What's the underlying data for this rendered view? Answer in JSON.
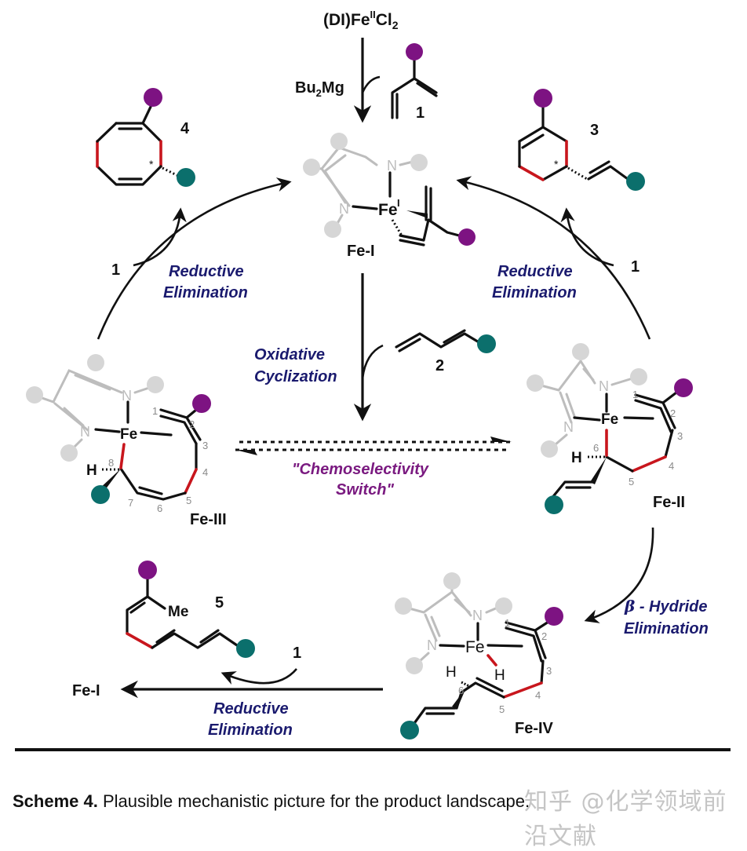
{
  "scheme": {
    "precatalyst": "(DI)Fe",
    "precatalyst_ox": "II",
    "precatalyst_tail": "Cl",
    "precatalyst_sub": "2",
    "reductant": "Bu",
    "reductant_sub": "2",
    "reductant_tail": "Mg",
    "compound_1": "1",
    "compound_2": "2",
    "compound_3": "3",
    "compound_4": "4",
    "compound_5": "5",
    "me_label": "Me",
    "fe_label": "Fe",
    "n_label": "N",
    "h_label": "H",
    "fe_I_ox": "I",
    "intermediates": {
      "fe_I": "Fe-I",
      "fe_II": "Fe-II",
      "fe_III": "Fe-III",
      "fe_IV": "Fe-IV"
    },
    "steps": {
      "oxidative_line1": "Oxidative",
      "oxidative_line2": "Cyclization",
      "reductive_line1": "Reductive",
      "reductive_line2": "Elimination",
      "beta_symbol": "β",
      "beta_line1": " - Hydride",
      "beta_line2": "Elimination",
      "switch_line1": "\"Chemoselectivity",
      "switch_line2": "Switch\""
    },
    "fe_III_numbers": [
      "1",
      "2",
      "3",
      "4",
      "5",
      "6",
      "7",
      "8"
    ],
    "fe_II_numbers": [
      "1",
      "2",
      "3",
      "4",
      "5",
      "6"
    ],
    "fe_IV_numbers": [
      "1",
      "2",
      "3",
      "4",
      "5",
      "6"
    ],
    "stereo_mark": "*",
    "colors": {
      "purple_substituent": "#7d1382",
      "teal_substituent": "#0b6f6c",
      "new_bond_red": "#c8161d",
      "ligand_grey": "#bdbdbd",
      "step_text_navy": "#1a1a6e",
      "switch_text_purple": "#7a1a80"
    }
  },
  "caption": {
    "label": "Scheme 4.",
    "text": " Plausible mechanistic picture for the product landscape."
  },
  "watermark": "知乎 @化学领域前沿文献"
}
